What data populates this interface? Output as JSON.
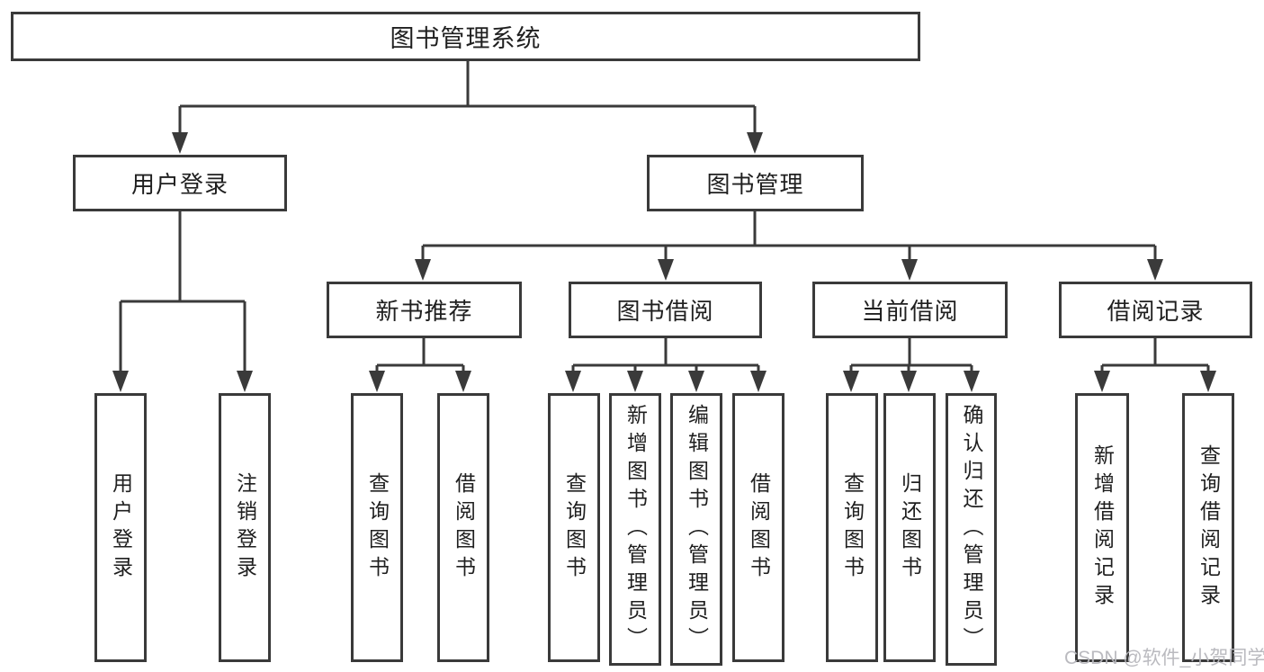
{
  "diagram": {
    "root": {
      "label": "图书管理系统"
    },
    "login_branch": {
      "label": "用户登录",
      "children": [
        {
          "label": "用户登录"
        },
        {
          "label": "注销登录"
        }
      ]
    },
    "management_branch": {
      "label": "图书管理",
      "sections": [
        {
          "label": "新书推荐",
          "children": [
            {
              "label": "查询图书"
            },
            {
              "label": "借阅图书"
            }
          ]
        },
        {
          "label": "图书借阅",
          "children": [
            {
              "label": "查询图书"
            },
            {
              "label": "新增图书（管理员）"
            },
            {
              "label": "编辑图书（管理员）"
            },
            {
              "label": "借阅图书"
            }
          ]
        },
        {
          "label": "当前借阅",
          "children": [
            {
              "label": "查询图书"
            },
            {
              "label": "归还图书"
            },
            {
              "label": "确认归还（管理员）"
            }
          ]
        },
        {
          "label": "借阅记录",
          "children": [
            {
              "label": "新增借阅记录"
            },
            {
              "label": "查询借阅记录"
            }
          ]
        }
      ]
    }
  },
  "watermark": {
    "label": "CSDN @软件_小贺同学"
  },
  "colors": {
    "line": "#3a3a3a",
    "text": "#1f1f1f",
    "box_background": "#ffffff",
    "page_background": "#ffffff",
    "watermark": "#b6b6bc"
  }
}
